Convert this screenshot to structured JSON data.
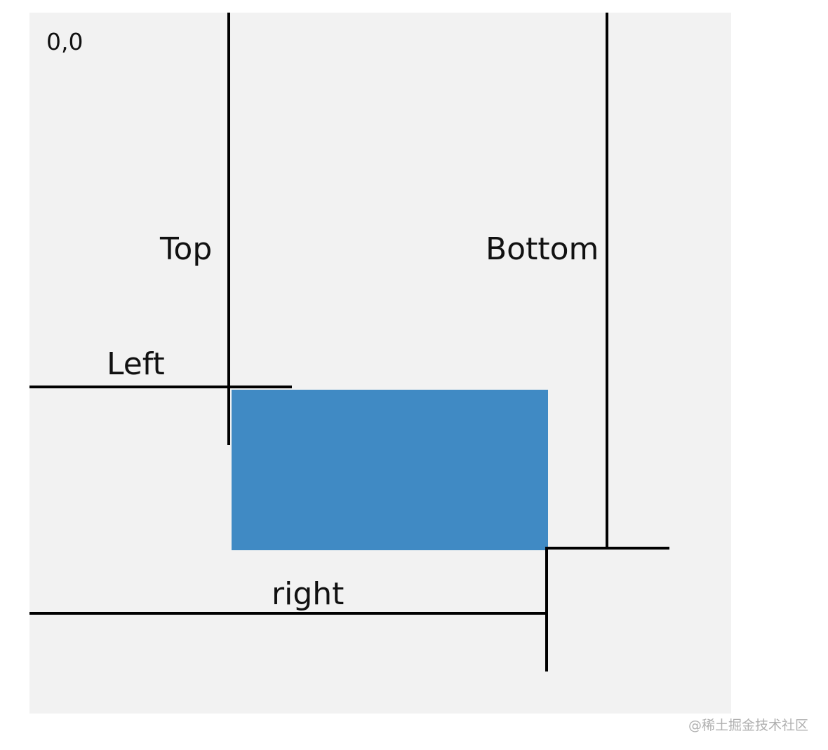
{
  "diagram": {
    "origin_label": "0,0",
    "top_label": "Top",
    "bottom_label": "Bottom",
    "left_label": "Left",
    "right_label": "right",
    "rect_color": "#408ac4",
    "line_color": "#000000",
    "background_color": "#f2f2f2"
  },
  "watermark": "@稀土掘金技术社区"
}
